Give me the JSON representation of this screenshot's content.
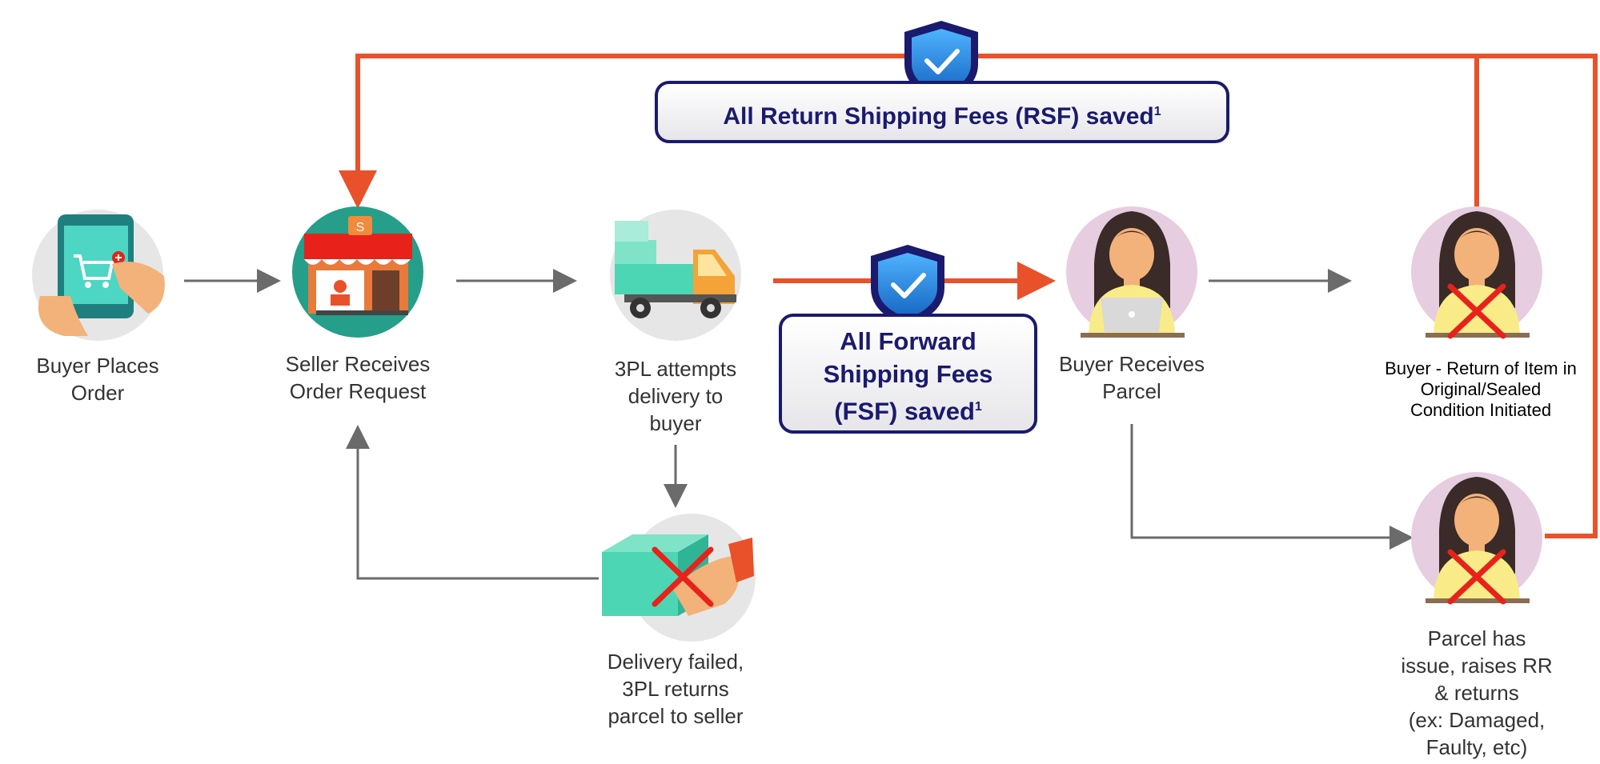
{
  "colors": {
    "accent_arrow": "#e8512a",
    "gray_arrow": "#6b6b6b",
    "banner_text": "#1a1a6e",
    "shield": "#1e88e5",
    "cross": "#e8221b"
  },
  "nodes": {
    "buyer_places_order": [
      "Buyer Places",
      "Order"
    ],
    "seller_receives": [
      "Seller Receives",
      "Order Request"
    ],
    "tpl_attempts": [
      "3PL attempts",
      "delivery to",
      "buyer"
    ],
    "delivery_failed": [
      "Delivery failed,",
      "3PL returns",
      "parcel to seller"
    ],
    "buyer_receives": [
      "Buyer Receives",
      "Parcel"
    ],
    "return_sealed": [
      "Buyer - Return of Item in",
      "Original/Sealed",
      "Condition Initiated"
    ],
    "parcel_issue": [
      "Parcel has",
      "issue, raises RR",
      "& returns",
      "(ex: Damaged,",
      "Faulty, etc)"
    ]
  },
  "banners": {
    "rsf": {
      "text": "All Return Shipping Fees (RSF) saved",
      "sup": "1"
    },
    "fsf": {
      "lines": [
        "All Forward",
        "Shipping Fees",
        "(FSF) saved"
      ],
      "sup": "1"
    }
  },
  "icons": {
    "order": "tablet-cart-icon",
    "seller": "storefront-icon",
    "truck": "delivery-truck-icon",
    "failed": "package-handshake-icon",
    "buyer": "person-laptop-icon",
    "shield": "shield-check-icon",
    "cross": "red-x-icon"
  }
}
